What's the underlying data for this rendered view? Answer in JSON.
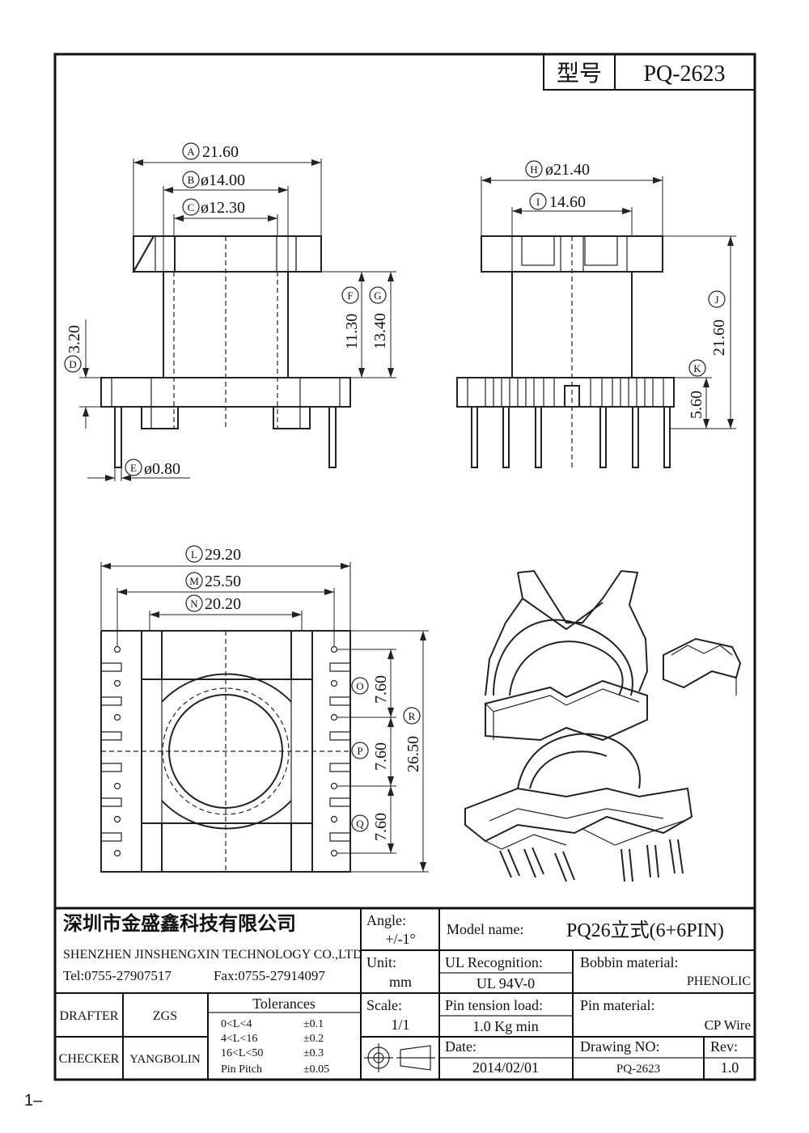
{
  "header": {
    "type_label": "型号",
    "model_code": "PQ-2623"
  },
  "dimensions": {
    "A": {
      "letter": "A",
      "value": "21.60"
    },
    "B": {
      "letter": "B",
      "value": "ø14.00"
    },
    "C": {
      "letter": "C",
      "value": "ø12.30"
    },
    "D": {
      "letter": "D",
      "value": "3.20"
    },
    "E": {
      "letter": "E",
      "value": "ø0.80"
    },
    "F": {
      "letter": "F",
      "value": "11.30"
    },
    "G": {
      "letter": "G",
      "value": "13.40"
    },
    "H": {
      "letter": "H",
      "value": "ø21.40"
    },
    "I": {
      "letter": "I",
      "value": "14.60"
    },
    "J": {
      "letter": "J",
      "value": "21.60"
    },
    "K": {
      "letter": "K",
      "value": "5.60"
    },
    "L": {
      "letter": "L",
      "value": "29.20"
    },
    "M": {
      "letter": "M",
      "value": "25.50"
    },
    "N": {
      "letter": "N",
      "value": "20.20"
    },
    "O": {
      "letter": "O",
      "value": "7.60"
    },
    "P": {
      "letter": "P",
      "value": "7.60"
    },
    "Q": {
      "letter": "Q",
      "value": "7.60"
    },
    "R": {
      "letter": "R",
      "value": "26.50"
    }
  },
  "title_block": {
    "company_cn": "深圳市金盛鑫科技有限公司",
    "company_en": "SHENZHEN JINSHENGXIN TECHNOLOGY CO.,LTD",
    "tel": "Tel:0755-27907517",
    "fax": "Fax:0755-27914097",
    "angle_label": "Angle:",
    "angle_value": "+/-1°",
    "unit_label": "Unit:",
    "unit_value": "mm",
    "scale_label": "Scale:",
    "scale_value": "1/1",
    "model_name_label": "Model name:",
    "model_name_value": "PQ26立式(6+6PIN)",
    "ul_label": "UL Recognition:",
    "ul_value": "UL 94V-0",
    "bobbin_label": "Bobbin material:",
    "bobbin_value": "PHENOLIC",
    "pin_tension_label": "Pin tension load:",
    "pin_tension_value": "1.0 Kg min",
    "pin_material_label": "Pin material:",
    "pin_material_value": "CP Wire",
    "date_label": "Date:",
    "date_value": "2014/02/01",
    "drawing_no_label": "Drawing NO:",
    "drawing_no_value": "PQ-2623",
    "rev_label": "Rev:",
    "rev_value": "1.0",
    "drafter_label": "DRAFTER",
    "drafter_value": "ZGS",
    "checker_label": "CHECKER",
    "checker_value": "YANGBOLIN",
    "tolerances_title": "Tolerances",
    "tolerances": [
      {
        "range": "0<L<4",
        "value": "±0.1"
      },
      {
        "range": "4<L<16",
        "value": "±0.2"
      },
      {
        "range": "16<L<50",
        "value": "±0.3"
      },
      {
        "range": "Pin Pitch",
        "value": "±0.05"
      }
    ]
  },
  "page_mark": "1–"
}
